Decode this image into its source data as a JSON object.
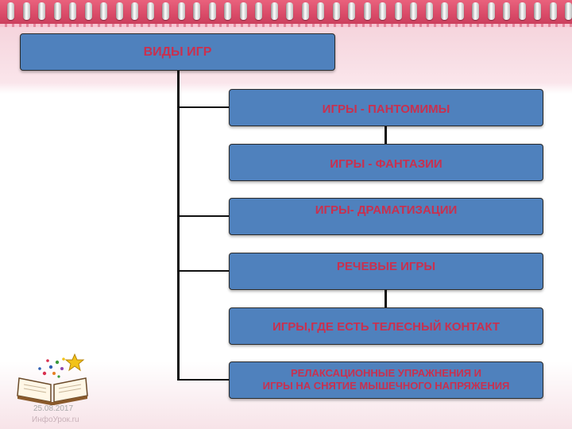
{
  "diagram": {
    "root": {
      "label": "ВИДЫ ИГР"
    },
    "children": [
      {
        "label": "ИГРЫ - ПАНТОМИМЫ"
      },
      {
        "label": "ИГРЫ - ФАНТАЗИИ"
      },
      {
        "label": "ИГРЫ- ДРАМАТИЗАЦИИ"
      },
      {
        "label": "РЕЧЕВЫЕ ИГРЫ"
      },
      {
        "label": "ИГРЫ,ГДЕ ЕСТЬ ТЕЛЕСНЫЙ КОНТАКТ"
      },
      {
        "label_line1": "РЕЛАКСАЦИОННЫЕ УПРАЖНЕНИЯ И",
        "label_line2": "ИГРЫ НА СНЯТИЕ МЫШЕЧНОГО НАПРЯЖЕНИЯ"
      }
    ]
  },
  "footer": {
    "date": "25.08.2017",
    "site": "ИнфоУрок.ru"
  },
  "colors": {
    "box_fill": "#4f81bd",
    "box_text": "#c9304f",
    "binding": "#d94a68",
    "background_band": "#f3cdd6"
  }
}
